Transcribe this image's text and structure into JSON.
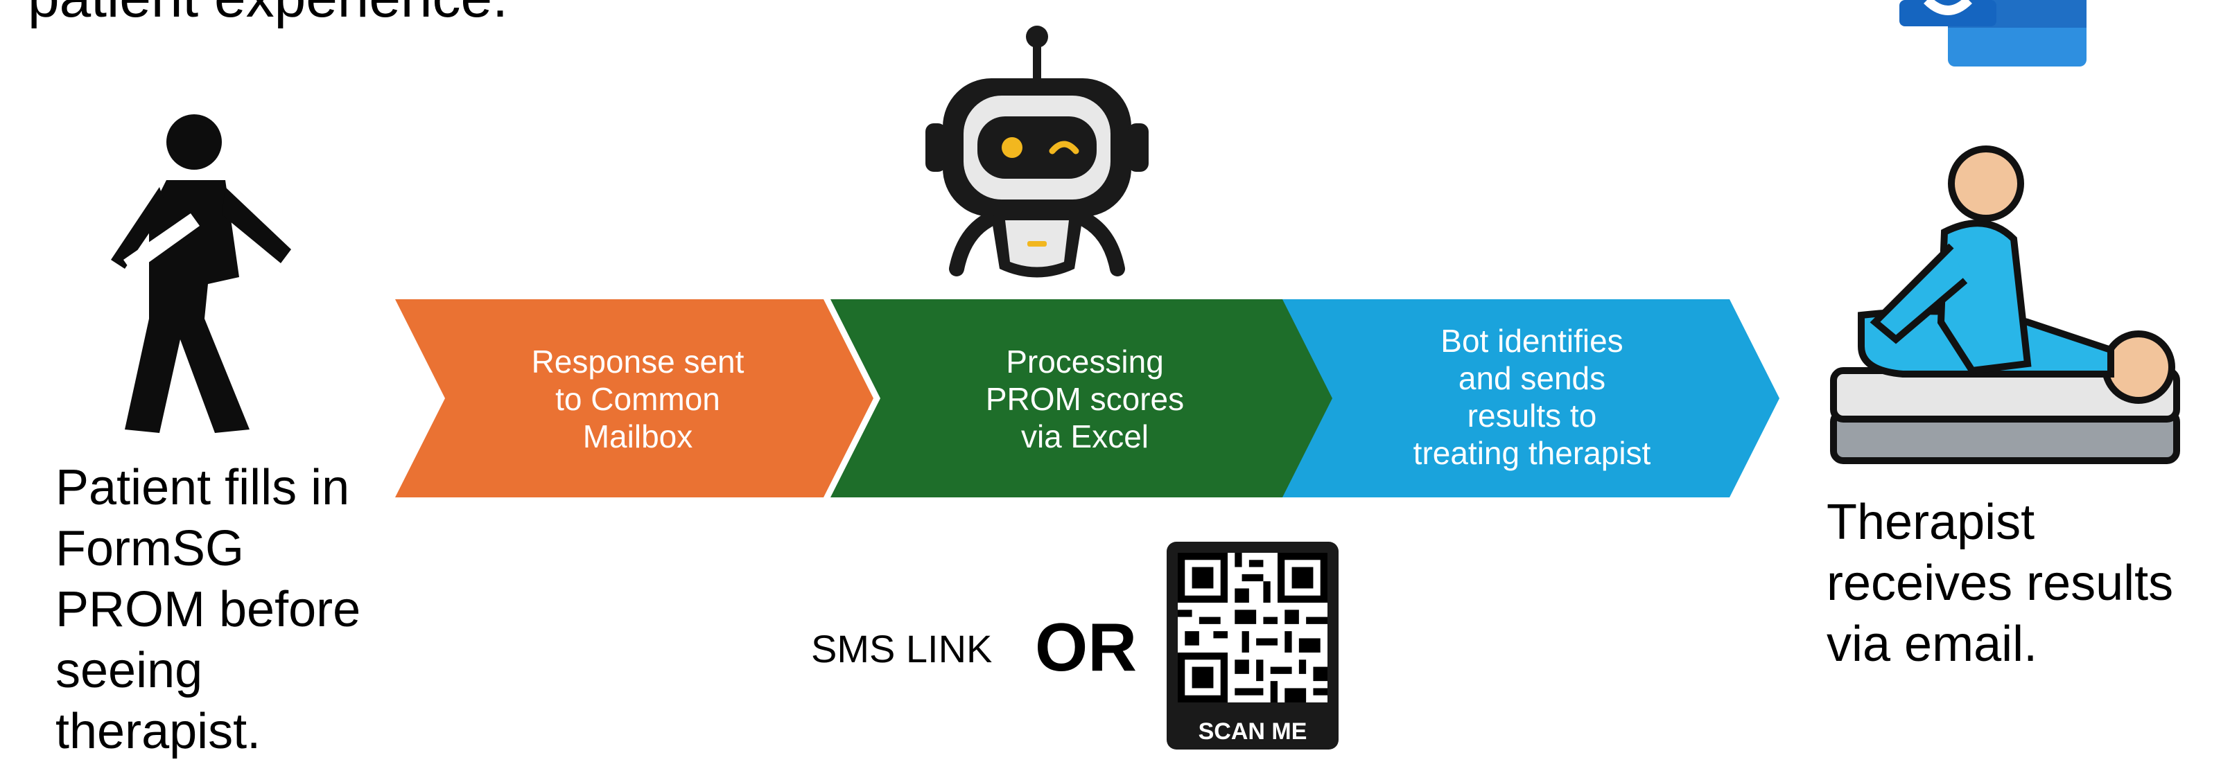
{
  "title": "patient experience.",
  "patient_caption": [
    "Patient fills in",
    "FormSG",
    "PROM before",
    "seeing",
    "therapist."
  ],
  "therapist_caption": [
    "Therapist",
    "receives results",
    "via email."
  ],
  "steps": [
    {
      "lines": [
        "Response sent",
        "to Common",
        "Mailbox"
      ],
      "color": "#EA7233"
    },
    {
      "lines": [
        "Processing",
        "PROM scores",
        "via Excel"
      ],
      "color": "#1E6E2A"
    },
    {
      "lines": [
        "Bot identifies",
        "and sends",
        "results to",
        "treating therapist"
      ],
      "color": "#1AA3DC"
    }
  ],
  "sms_link": "SMS LINK",
  "or_text": "OR",
  "qr_label": "SCAN ME",
  "icons": {
    "patient": "person-with-arm-sling-icon",
    "robot": "robot-bot-icon",
    "therapist": "physiotherapist-treating-patient-icon",
    "email": "outlook-icon",
    "qr": "qr-code-icon"
  }
}
